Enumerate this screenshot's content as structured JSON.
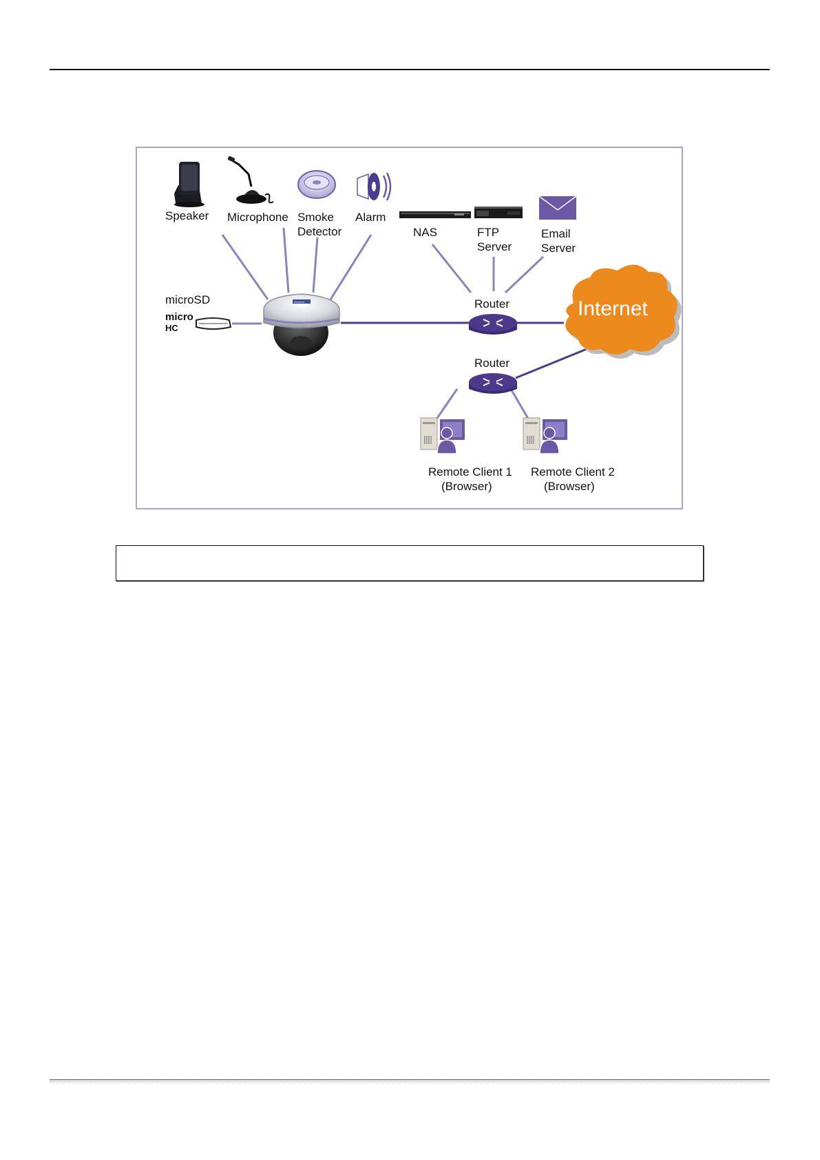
{
  "devices": {
    "speaker": "Speaker",
    "microphone": "Microphone",
    "smoke_1": "Smoke",
    "smoke_2": "Detector",
    "alarm": "Alarm",
    "nas": "NAS",
    "ftp_1": "FTP",
    "ftp_2": "Server",
    "email_1": "Email",
    "email_2": "Server",
    "microsd": "microSD",
    "micro_logo_1": "micro",
    "micro_logo_2": "HC",
    "camera_brand": "Surveon"
  },
  "network": {
    "router_1": "Router",
    "router_2": "Router",
    "internet": "Internet"
  },
  "clients": [
    {
      "line1": "Remote Client 1",
      "line2": "(Browser)"
    },
    {
      "line1": "Remote Client 2",
      "line2": "(Browser)"
    }
  ],
  "colors": {
    "link": "#8a83c0",
    "link_dark": "#4a3c8f",
    "router": "#4b3a8c",
    "cloud": "#ec8a1e",
    "email": "#6a5aa6"
  }
}
